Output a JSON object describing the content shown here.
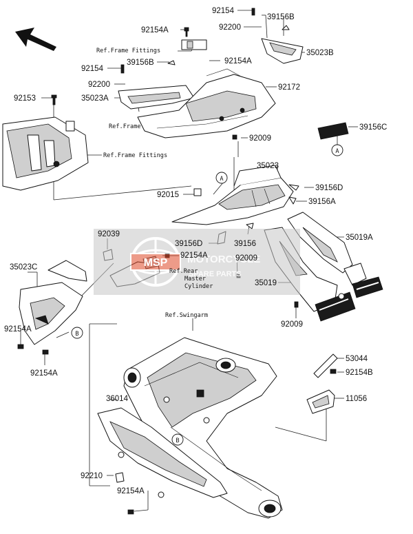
{
  "diagram": {
    "part_numbers": {
      "p92154_top": "92154",
      "p39156B_top": "39156B",
      "p92154A_top": "92154A",
      "p92200_top": "92200",
      "p35023B": "35023B",
      "p92154_mid": "92154",
      "p39156B_mid": "39156B",
      "p92154A_mid": "92154A",
      "p92200_mid": "92200",
      "p92172": "92172",
      "p35023A": "35023A",
      "p92153": "92153",
      "p39156C": "39156C",
      "p92009_top": "92009",
      "p35023": "35023",
      "p92015": "92015",
      "p39156D_right": "39156D",
      "p39156A": "39156A",
      "p92039": "92039",
      "p35019A": "35019A",
      "p39156D_left": "39156D",
      "p39156": "39156",
      "p92154A_center": "92154A",
      "p92009_center": "92009",
      "p35023C": "35023C",
      "p35019": "35019",
      "p92009_lower": "92009",
      "p92154A_left": "92154A",
      "p92154A_left2": "92154A",
      "p53044": "53044",
      "p92154B": "92154B",
      "p36014": "36014",
      "p11056": "11056",
      "p92210": "92210",
      "p92154A_bottom": "92154A"
    },
    "references": {
      "frame_fittings_top": "Ref.Frame Fittings",
      "frame": "Ref.Frame",
      "frame_fittings_left": "Ref.Frame Fittings",
      "rear_master_line1": "Ref.Rear",
      "rear_master_line2": "Master",
      "rear_master_line3": "Cylinder",
      "swingarm": "Ref.Swingarm"
    },
    "callouts": {
      "a_center": "A",
      "a_right": "A",
      "b_left": "B",
      "b_bottom": "B"
    },
    "watermark": {
      "logo": "MSP",
      "line1": "MOTORCYCLE",
      "line2": "SPARE PARTS"
    }
  }
}
